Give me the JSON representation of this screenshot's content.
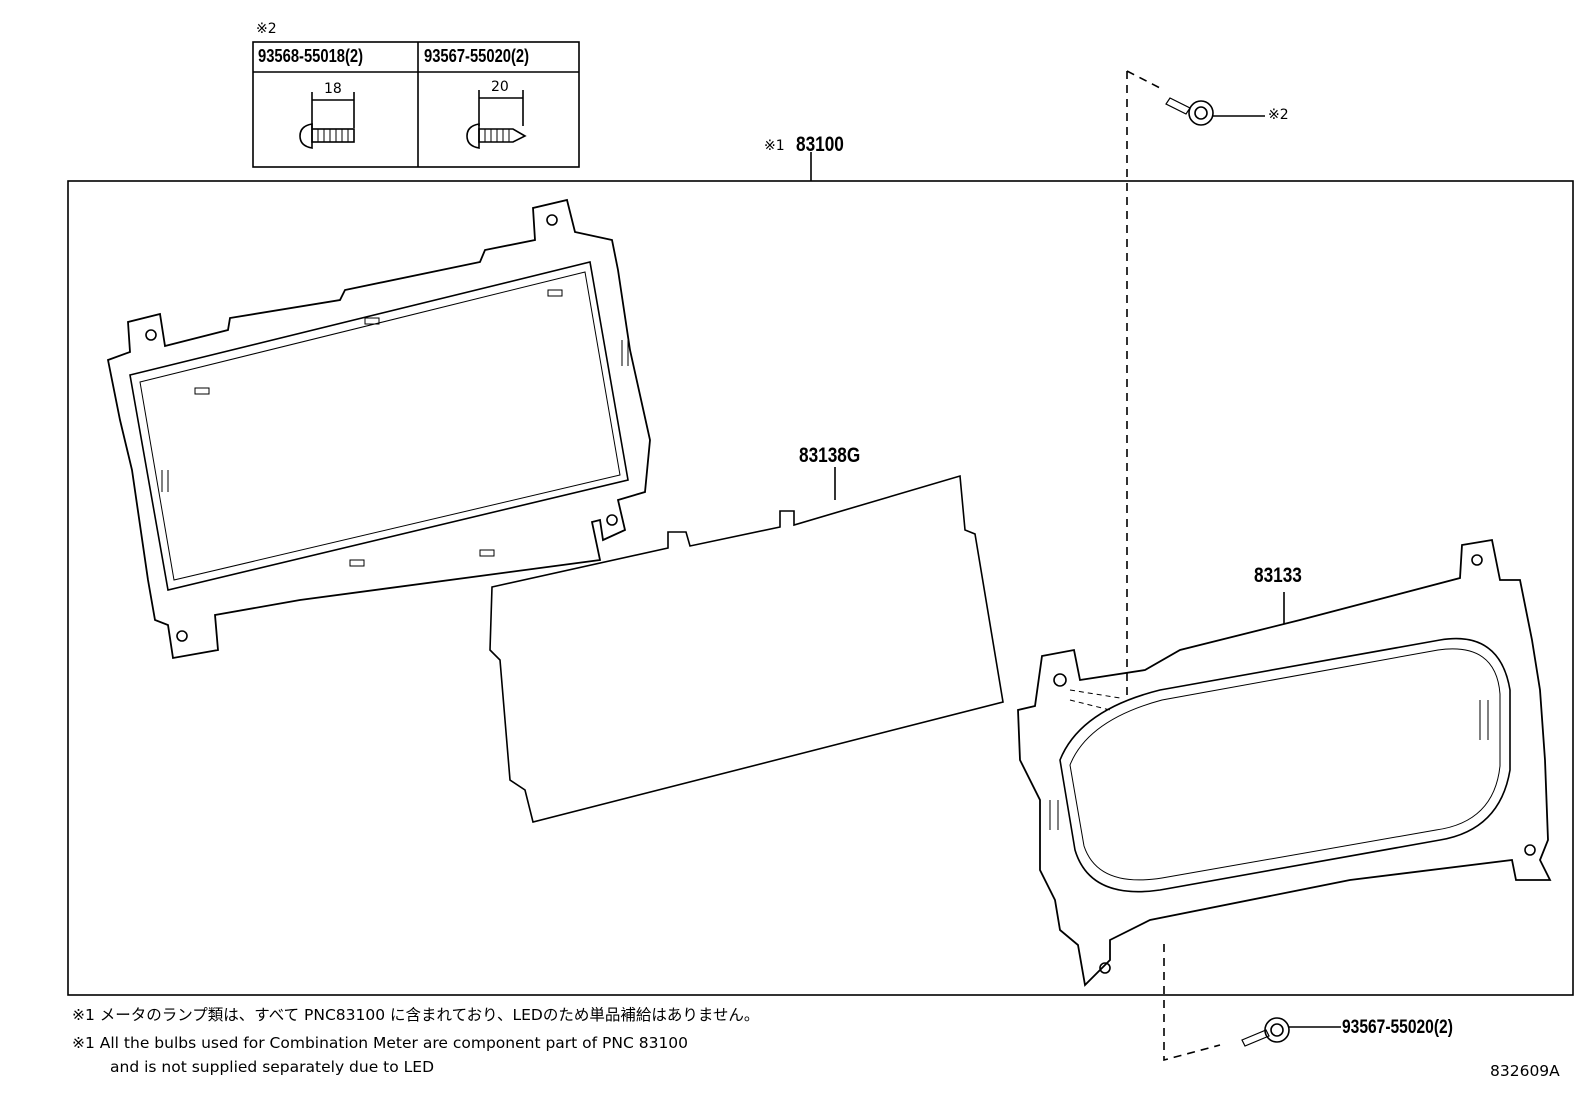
{
  "fastener_table": {
    "header_mark": "※2",
    "items": [
      {
        "part": "93568-55018(2)",
        "dimension": "18"
      },
      {
        "part": "93567-55020(2)",
        "dimension": "20"
      }
    ]
  },
  "assembly": {
    "mark": "※1",
    "part": "83100"
  },
  "parts": {
    "rear_case": "83138G",
    "lens_plate": "83133",
    "top_screw_mark": "※2",
    "bottom_screw": "93567-55020(2)"
  },
  "notes": {
    "jp": "※1 メータのランプ類は、すべて PNC83100 に含まれており、LEDのため単品補給はありません。",
    "en_line1": "※1 All the bulbs used for Combination Meter are component part of PNC 83100",
    "en_line2": "and is not supplied separately due to LED"
  },
  "illustration_code": "832609A"
}
